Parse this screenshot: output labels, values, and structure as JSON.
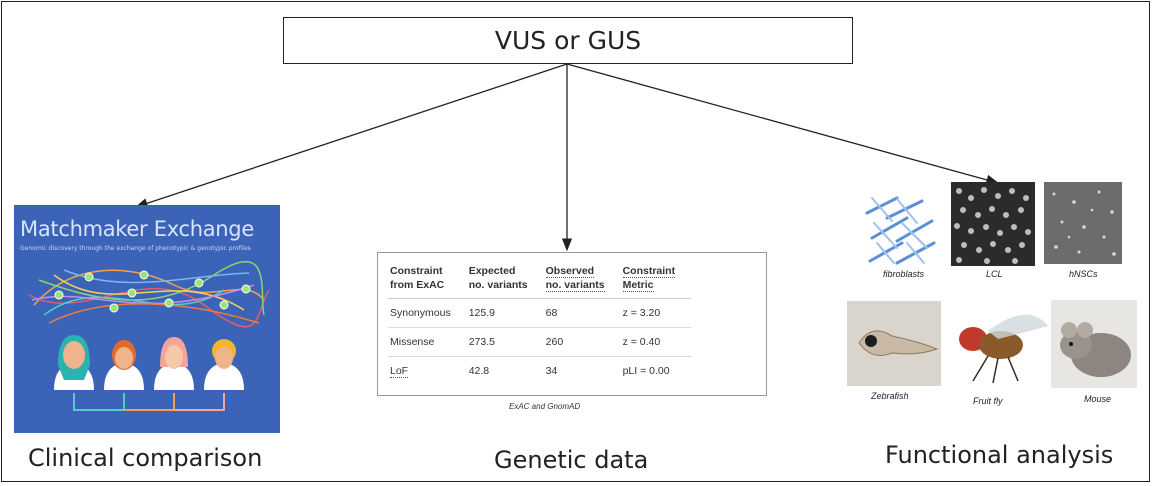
{
  "root": "VUS or GUS",
  "branches": {
    "clinical": "Clinical comparison",
    "genetic": "Genetic data",
    "functional": "Functional analysis"
  },
  "matchmaker": {
    "title": "Matchmaker Exchange",
    "subtitle": "Genomic discovery through the exchange of phenotypic & genotypic profiles"
  },
  "constraint_table": {
    "headers": [
      [
        "Constraint",
        "from ExAC"
      ],
      [
        "Expected",
        "no. variants"
      ],
      [
        "Observed",
        "no. variants"
      ],
      [
        "Constraint",
        "Metric"
      ]
    ],
    "rows": [
      [
        "Synonymous",
        "125.9",
        "68",
        "z = 3.20"
      ],
      [
        "Missense",
        "273.5",
        "260",
        "z = 0.40"
      ],
      [
        "LoF",
        "42.8",
        "34",
        "pLI = 0.00"
      ]
    ],
    "source": "ExAC and GnomAD"
  },
  "cells": [
    "fibroblasts",
    "LCL",
    "hNSCs"
  ],
  "organisms": [
    "Zebrafish",
    "Fruit fly",
    "Mouse"
  ],
  "colors": {
    "matchmaker_bg": "#3b63b7",
    "line": "#222222"
  }
}
